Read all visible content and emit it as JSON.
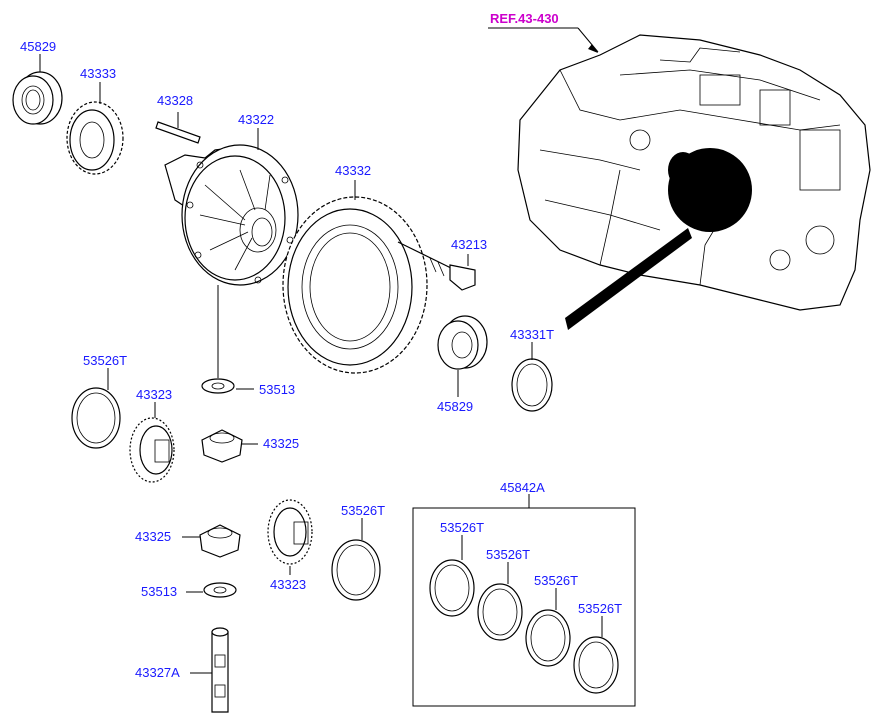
{
  "reference": {
    "label": "REF.43-430"
  },
  "labels": {
    "p45829_top": "45829",
    "p43333": "43333",
    "p43328": "43328",
    "p43322": "43322",
    "p43332": "43332",
    "p43213": "43213",
    "p45829_mid": "45829",
    "p43331T": "43331T",
    "p53526T_a": "53526T",
    "p43323_a": "43323",
    "p53513_a": "53513",
    "p43325_a": "43325",
    "p45842A": "45842A",
    "p53526T_b": "53526T",
    "p43325_b": "43325",
    "p43323_b": "43323",
    "p53513_b": "53513",
    "p43327A": "43327A",
    "kit_53526T_1": "53526T",
    "kit_53526T_2": "53526T",
    "kit_53526T_3": "53526T",
    "kit_53526T_4": "53526T"
  },
  "colors": {
    "label": "#1a1aff",
    "reference": "#cc00cc",
    "line": "#000000"
  }
}
